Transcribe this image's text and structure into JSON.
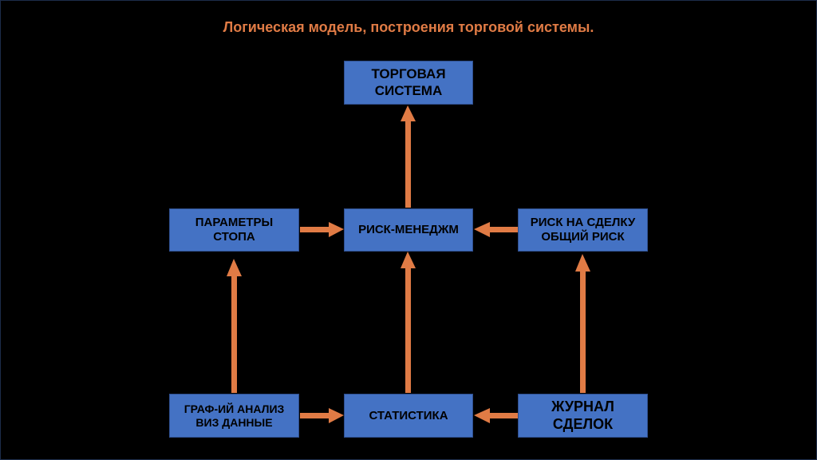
{
  "title": "Логическая модель, построения торговой системы.",
  "colors": {
    "box_fill": "#4472c4",
    "arrow": "#e07b45",
    "background": "#000000",
    "title": "#e07b45"
  },
  "nodes": {
    "trading_system": {
      "line1": "ТОРГОВАЯ",
      "line2": "СИСТЕМА"
    },
    "stop_params": {
      "line1": "ПАРАМЕТРЫ",
      "line2": "СТОПА"
    },
    "risk_management": {
      "line1": "РИСК-МЕНЕДЖМ"
    },
    "trade_risk": {
      "line1": "РИСК НА СДЕЛКУ",
      "line2": "ОБЩИЙ РИСК"
    },
    "graph_analysis": {
      "line1": "ГРАФ-ИЙ АНАЛИЗ",
      "line2": "ВИЗ ДАННЫЕ"
    },
    "statistics": {
      "line1": "СТАТИСТИКА"
    },
    "trade_journal": {
      "line1": "ЖУРНАЛ",
      "line2": "СДЕЛОК"
    }
  },
  "edges": [
    {
      "from": "graph_analysis",
      "to": "stop_params"
    },
    {
      "from": "graph_analysis",
      "to": "statistics"
    },
    {
      "from": "trade_journal",
      "to": "statistics"
    },
    {
      "from": "trade_journal",
      "to": "trade_risk"
    },
    {
      "from": "statistics",
      "to": "risk_management"
    },
    {
      "from": "stop_params",
      "to": "risk_management"
    },
    {
      "from": "trade_risk",
      "to": "risk_management"
    },
    {
      "from": "risk_management",
      "to": "trading_system"
    }
  ]
}
